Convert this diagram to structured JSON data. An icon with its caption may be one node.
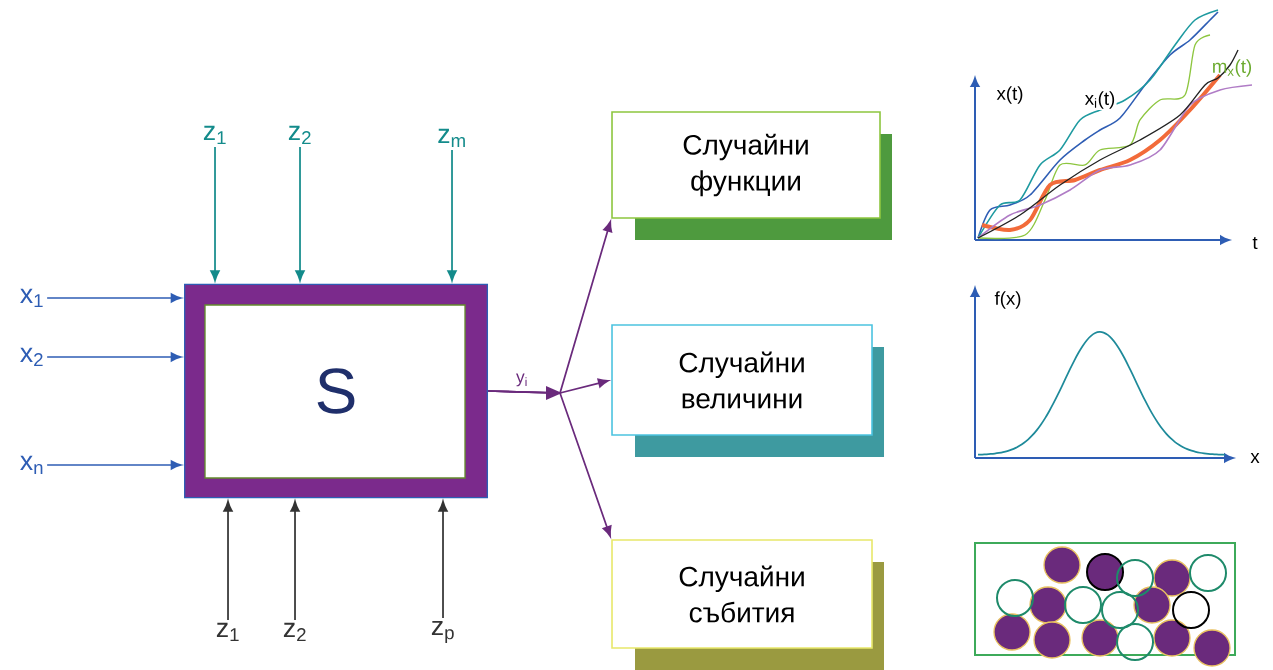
{
  "diagram": {
    "nodes": [
      {
        "text": [
          "S"
        ]
      },
      {
        "text": [
          "x$_{1}$"
        ]
      },
      {
        "text": [
          "x$_{2}$"
        ]
      },
      {
        "text": [
          "x$_{n}$"
        ]
      },
      {
        "text": [
          "z$_{1}$"
        ]
      },
      {
        "text": [
          "z$_{2}$"
        ]
      },
      {
        "text": [
          "z$_{m}$"
        ]
      },
      {
        "text": [
          "z$_{1}$"
        ]
      },
      {
        "text": [
          "z$_{2}$"
        ]
      },
      {
        "text": [
          "z$_{p}$"
        ]
      },
      {
        "text": [
          "Случайни функции"
        ]
      },
      {
        "text": [
          "Случайни величини"
        ]
      },
      {
        "text": [
          "Случайни събития"
        ]
      }
    ],
    "edges": [
      {
        "from": 1,
        "to": 0,
        "arrow": "to",
        "color": "#2e5db4"
      },
      {
        "from": 2,
        "to": 0,
        "arrow": "to",
        "color": "#2e5db4"
      },
      {
        "from": 3,
        "to": 0,
        "arrow": "to",
        "color": "#2e5db4"
      },
      {
        "from": 4,
        "to": 0,
        "arrow": "to",
        "color": "#138b8b"
      },
      {
        "from": 5,
        "to": 0,
        "arrow": "to",
        "color": "#138b8b"
      },
      {
        "from": 6,
        "to": 0,
        "arrow": "to",
        "color": "#138b8b"
      },
      {
        "from": 7,
        "to": 0,
        "arrow": "to",
        "color": "#333333"
      },
      {
        "from": 8,
        "to": 0,
        "arrow": "to",
        "color": "#333333"
      },
      {
        "from": 9,
        "to": 0,
        "arrow": "to",
        "color": "#333333"
      },
      {
        "from": 0,
        "to": 10,
        "arrow": "to",
        "color": "#6a2a7c"
      },
      {
        "from": 0,
        "to": 11,
        "arrow": "to",
        "color": "#6a2a7c",
        "label": "y$_{i}$"
      },
      {
        "from": 0,
        "to": 12,
        "arrow": "to",
        "color": "#6a2a7c"
      }
    ],
    "labels": [
      "m$_{x}$(t)",
      "x(t)",
      "x$_{i}$(t)",
      "t",
      "f(x)",
      "x"
    ]
  }
}
